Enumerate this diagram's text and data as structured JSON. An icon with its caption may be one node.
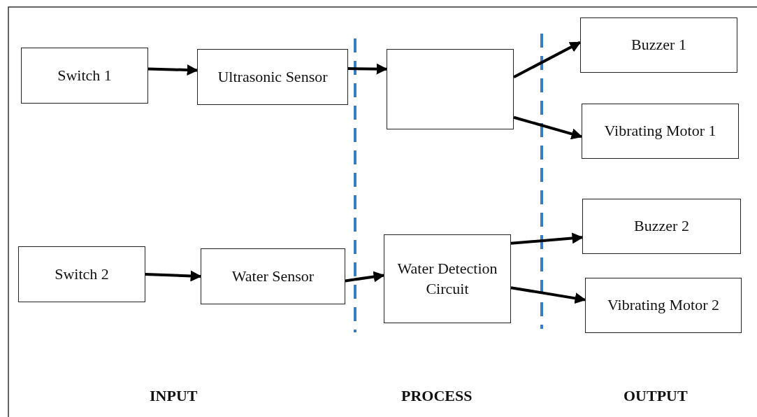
{
  "diagram": {
    "nodes": [
      {
        "text": [
          "Switch 1"
        ]
      },
      {
        "text": [
          "Ultrasonic Sensor"
        ]
      },
      {
        "text": [],
        "shape": "box"
      },
      {
        "text": [
          "Buzzer 1"
        ]
      },
      {
        "text": [
          "Vibrating Motor 1"
        ]
      },
      {
        "text": [
          "Switch 2"
        ]
      },
      {
        "text": [
          "Water Sensor"
        ]
      },
      {
        "text": [
          "Water Detection Circuit"
        ]
      },
      {
        "text": [
          "Buzzer 2"
        ]
      },
      {
        "text": [
          "Vibrating Motor 2"
        ]
      }
    ],
    "edges": [
      {
        "from": 0,
        "to": 1,
        "arrow": "to"
      },
      {
        "from": 1,
        "to": 2,
        "arrow": "to"
      },
      {
        "from": 2,
        "to": 3,
        "arrow": "to"
      },
      {
        "from": 2,
        "to": 4,
        "arrow": "to"
      },
      {
        "from": 5,
        "to": 6,
        "arrow": "to"
      },
      {
        "from": 6,
        "to": 7,
        "arrow": "to"
      },
      {
        "from": 7,
        "to": 8,
        "arrow": "to"
      },
      {
        "from": 7,
        "to": 9,
        "arrow": "to"
      }
    ],
    "labels": [
      "INPUT",
      "PROCESS",
      "OUTPUT"
    ]
  }
}
